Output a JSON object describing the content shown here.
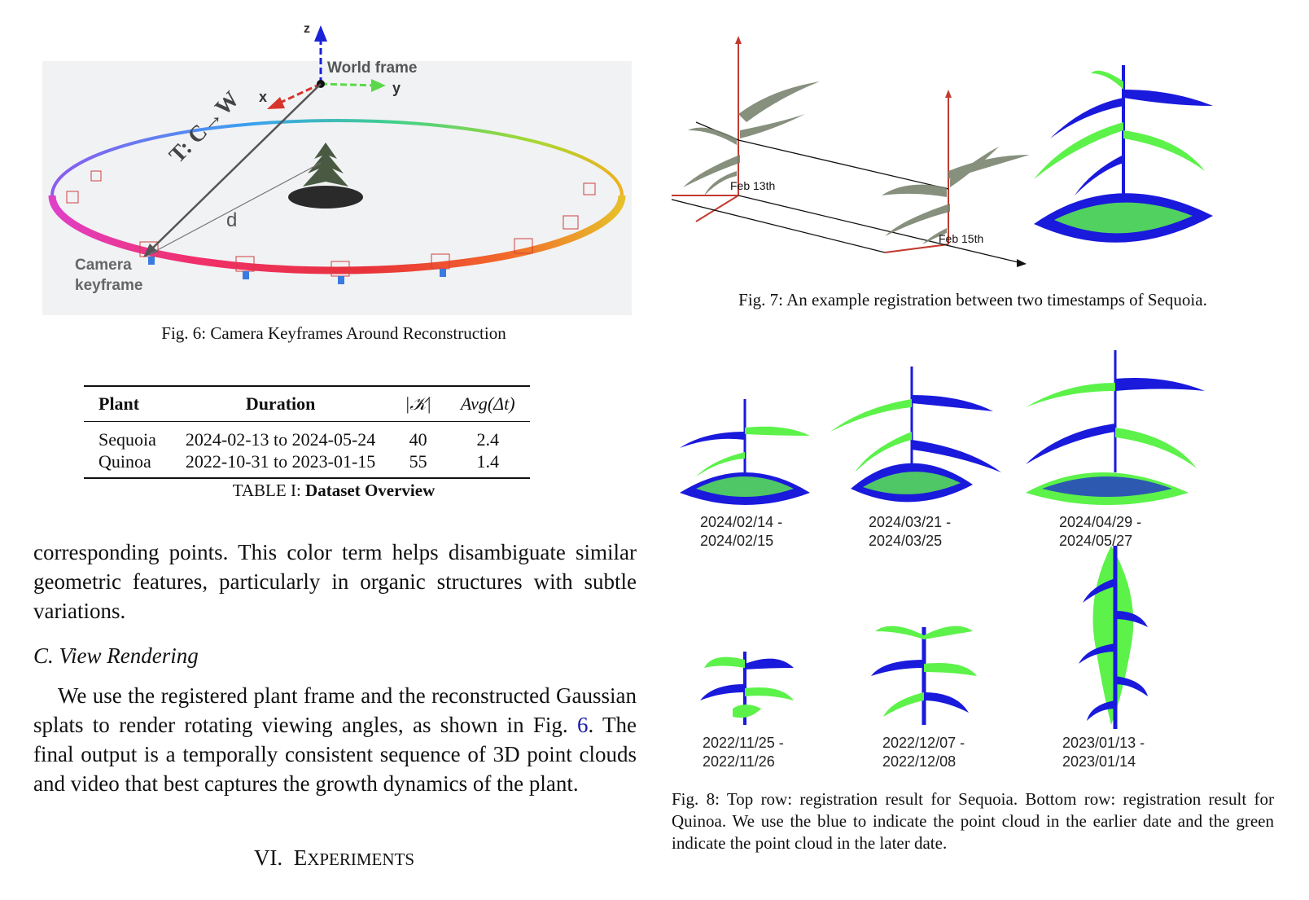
{
  "fig6": {
    "axis_z": "z",
    "axis_x": "x",
    "axis_y": "y",
    "world_frame_label": "World frame",
    "transform_label": "T: C→W",
    "distance_label": "d",
    "camera_label_line1": "Camera",
    "camera_label_line2": "keyframe",
    "caption": "Fig. 6: Camera Keyframes Around Reconstruction"
  },
  "table1": {
    "headers": [
      "Plant",
      "Duration",
      "|𝒦|",
      "Avg(Δt)"
    ],
    "rows": [
      [
        "Sequoia",
        "2024-02-13 to 2024-05-24",
        "40",
        "2.4"
      ],
      [
        "Quinoa",
        "2022-10-31 to 2023-01-15",
        "55",
        "1.4"
      ]
    ],
    "caption_prefix": "TABLE I: ",
    "caption_bold": "Dataset Overview"
  },
  "body": {
    "para1": "corresponding points. This color term helps disambiguate similar geometric features, particularly in organic structures with subtle variations.",
    "subsection": "C.  View Rendering",
    "para2_a": "We use the registered plant frame and the reconstructed Gaussian splats to render rotating viewing angles, as shown in Fig. ",
    "para2_ref": "6",
    "para2_b": ". The final output is a temporally consistent sequence of 3D point clouds and video that best captures the growth dynamics of the plant.",
    "section_heading_num": "VI.",
    "section_heading_first": "E",
    "section_heading_rest": "XPERIMENTS"
  },
  "fig7": {
    "label_a": "Feb 13th",
    "label_b": "Feb 15th",
    "caption": "Fig. 7: An example registration between two timestamps of Sequoia."
  },
  "fig8": {
    "top_dates": [
      [
        "2024/02/14 -",
        "2024/02/15"
      ],
      [
        "2024/03/21 -",
        "2024/03/25"
      ],
      [
        "2024/04/29 -",
        "2024/05/27"
      ]
    ],
    "bottom_dates": [
      [
        "2022/11/25 -",
        "2022/11/26"
      ],
      [
        "2022/12/07 -",
        "2022/12/08"
      ],
      [
        "2023/01/13 -",
        "2023/01/14"
      ]
    ],
    "caption": "Fig. 8: Top row: registration result for Sequoia. Bottom row: registration result for Quinoa. We use the blue to indicate the point cloud in the earlier date and the green indicate the point cloud in the later date."
  },
  "colors": {
    "blue": "#1a1adc",
    "green": "#5cf24a",
    "link": "#1a1aa6",
    "axis_red": "#d8332a"
  }
}
